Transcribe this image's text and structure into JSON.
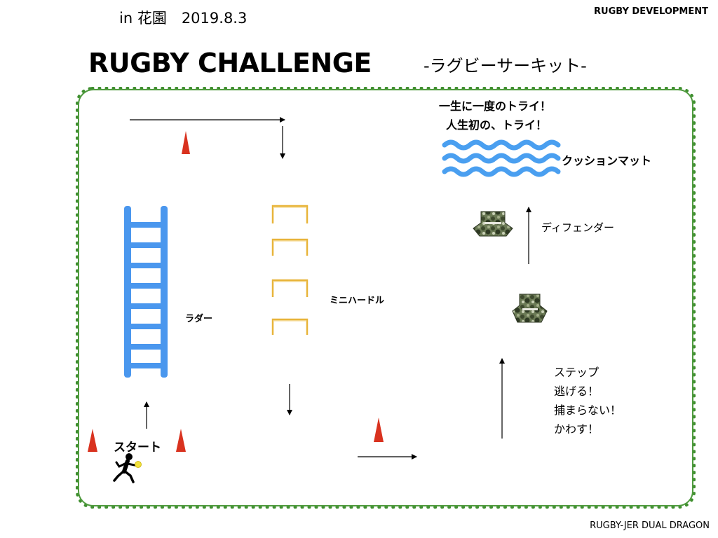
{
  "header": {
    "venue_date": "in 花園　2019.8.3",
    "organization": "RUGBY DEVELOPMENT",
    "title": "RUGBY CHALLENGE",
    "subtitle": "-ラグビーサーキット-"
  },
  "footer": {
    "credit": "RUGBY-JER DUAL DRAGON"
  },
  "course": {
    "try_line_1": "一生に一度のトライ！",
    "try_line_2": "人生初の、トライ！",
    "mat_label": "クッションマット",
    "defender_label": "ディフェンダー",
    "ladder_label": "ラダー",
    "hurdle_label": "ミニハードル",
    "start_label": "スタート",
    "step_lines": [
      "ステップ",
      "逃げる！",
      "捕まらない！",
      "かわす！"
    ]
  },
  "colors": {
    "field_border": "#3f8f2f",
    "ladder": "#4a97ee",
    "hurdle": "#e8b43a",
    "cone": "#d9321f",
    "wave": "#4a9ff0",
    "ball": "#f2e23a"
  },
  "icons": {
    "cone": "red-cone-icon",
    "runner": "runner-icon",
    "defender": "defender-tackle-bag-icon",
    "hurdle": "mini-hurdle-icon",
    "ladder": "agility-ladder-icon",
    "mat": "cushion-mat-icon"
  }
}
